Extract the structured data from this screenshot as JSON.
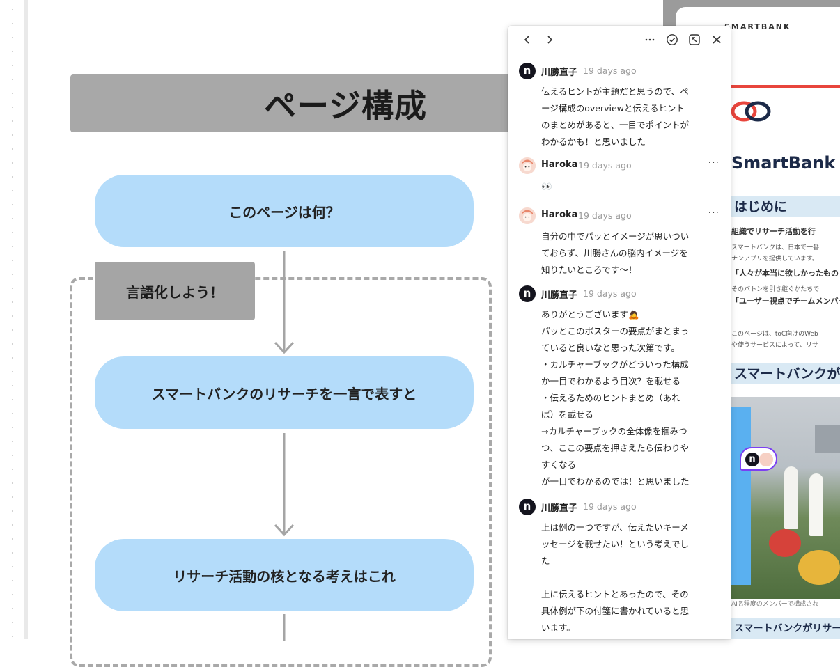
{
  "canvas": {
    "title": "ページ構成",
    "pill_1": "このページは何？",
    "tag_label": "言語化しよう！",
    "pill_2": "スマートバンクのリサーチを一言で表すと",
    "pill_3": "リサーチ活動の核となる考えはこれ"
  },
  "poster": {
    "brand_top": "SMARTBANK",
    "brand_big": "SmartBank",
    "section_1": "はじめに",
    "line_1": "組織でリサーチ活動を行",
    "line_2": "スマートバンクは、日本で一番",
    "line_3": "ナンアプリを提供しています。",
    "line_4": "「人々が本当に欲しかったもの",
    "line_5": "そのバトンを引き継ぐかたちで",
    "line_6": "「ユーザー視点でチームメンバー",
    "line_7": "このページは、toC向けのWeb",
    "line_8": "や使うサービスによって、リサ",
    "section_2": "スマートバンクが",
    "caption": "AI名程度のメンバーで構成され",
    "section_3": "スマートバンクがリサー"
  },
  "panel": {
    "icons": [
      "chevron-left-icon",
      "chevron-right-icon",
      "more-icon",
      "resolve-check-icon",
      "collapse-icon",
      "close-icon"
    ],
    "comments": [
      {
        "author": "川勝直子",
        "time": "19 days ago",
        "avatar": "n",
        "body": "伝えるヒントが主題だと思うので、ペ\nージ構成のoverviewと伝えるヒント\nのまとめがあると、一目でポイントが\nわかるかも！と思いました"
      },
      {
        "author": "Haroka",
        "time": "19 days ago",
        "avatar": "haroka",
        "more": "···",
        "body": "👀"
      },
      {
        "author": "Haroka",
        "time": "19 days ago",
        "avatar": "haroka",
        "more": "···",
        "body": "自分の中でパッとイメージが思いつい\nておらず、川勝さんの脳内イメージを\n知りたいところです〜！"
      },
      {
        "author": "川勝直子",
        "time": "19 days ago",
        "avatar": "n",
        "body": "ありがとうございます🙇\nパッとこのポスターの要点がまとまっ\nていると良いなと思った次第です。\n・カルチャーブックがどういった構成\nか一目でわかるよう目次？を載せる\n・伝えるためのヒントまとめ（あれ\nば）を載せる\n→カルチャーブックの全体像を掴みつ\nつ、ここの要点を押さえたら伝わりや\nすくなる\nが一目でわかるのでは！と思いました"
      },
      {
        "author": "川勝直子",
        "time": "19 days ago",
        "avatar": "n",
        "body": "上は例の一つですが、伝えたいキーメ\nッセージを載せたい！という考えでし\nた\n\n上に伝えるヒントとあったので、その\n具体例が下の付箋に書かれていると思\nいます。"
      }
    ]
  }
}
